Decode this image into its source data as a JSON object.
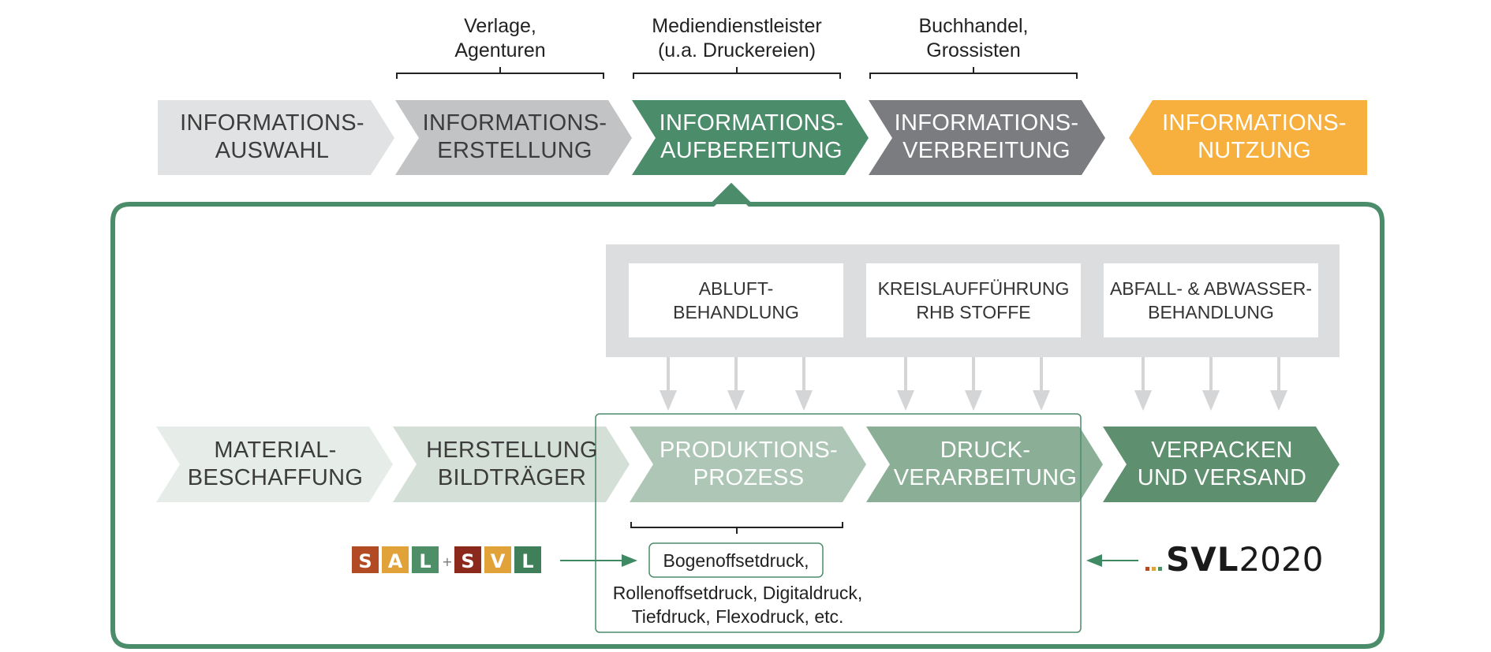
{
  "top_labels": [
    {
      "line1": "Verlage,",
      "line2": "Agenturen"
    },
    {
      "line1": "Mediendienstleister",
      "line2": "(u.a. Druckereien)"
    },
    {
      "line1": "Buchhandel,",
      "line2": "Grossisten"
    }
  ],
  "top_chain": [
    {
      "line1": "INFORMATIONS-",
      "line2": "AUSWAHL",
      "color": "#e1e2e3",
      "text_color": "#3c3c3c"
    },
    {
      "line1": "INFORMATIONS-",
      "line2": "ERSTELLUNG",
      "color": "#c2c3c5",
      "text_color": "#3c3c3c"
    },
    {
      "line1": "INFORMATIONS-",
      "line2": "AUFBEREITUNG",
      "color": "#4b8c6b",
      "text_color": "#ffffff"
    },
    {
      "line1": "INFORMATIONS-",
      "line2": "VERBREITUNG",
      "color": "#7b7c7f",
      "text_color": "#ffffff"
    },
    {
      "line1": "INFORMATIONS-",
      "line2": "NUTZUNG",
      "color": "#f7b03d",
      "text_color": "#ffffff"
    }
  ],
  "support_boxes": [
    {
      "line1": "ABLUFT-",
      "line2": "BEHANDLUNG"
    },
    {
      "line1": "KREISLAUFFÜHRUNG",
      "line2": "RHB STOFFE"
    },
    {
      "line1": "ABFALL- & ABWASSER-",
      "line2": "BEHANDLUNG"
    }
  ],
  "production_chain": [
    {
      "line1": "MATERIAL-",
      "line2": "BESCHAFFUNG",
      "color": "#e6ede8",
      "text_color": "#3c3c3c"
    },
    {
      "line1": "HERSTELLUNG",
      "line2": "BILDTRÄGER",
      "color": "#d3dfd7",
      "text_color": "#3c3c3c"
    },
    {
      "line1": "PRODUKTIONS-",
      "line2": "PROZESS",
      "color": "#adc6b5",
      "text_color": "#ffffff"
    },
    {
      "line1": "DRUCK-",
      "line2": "VERARBEITUNG",
      "color": "#8aae96",
      "text_color": "#ffffff"
    },
    {
      "line1": "VERPACKEN",
      "line2": "UND VERSAND",
      "color": "#5e8f6e",
      "text_color": "#ffffff"
    }
  ],
  "processes": {
    "highlighted": "Bogenoffsetdruck,",
    "line2": "Rollenoffsetdruck, Digitaldruck,",
    "line3": "Tiefdruck, Flexodruck, etc."
  },
  "logo_left": {
    "letters": [
      "S",
      "A",
      "L",
      "+",
      "S",
      "V",
      "L"
    ],
    "tile_colors": [
      "#b24a23",
      "#e2a23a",
      "#4e8f68",
      "#8b2a1c",
      "#e2a23a",
      "#3f7f59"
    ]
  },
  "logo_right": {
    "brand": "SVL",
    "year": "2020",
    "dot_colors": [
      "#b24a23",
      "#e2a23a",
      "#4e8f68"
    ]
  },
  "colors": {
    "frame_green": "#4b8c6b",
    "support_grey": "#dcdddf",
    "arrow_grey": "#d4d5d7",
    "link_green": "#3f8a63"
  }
}
